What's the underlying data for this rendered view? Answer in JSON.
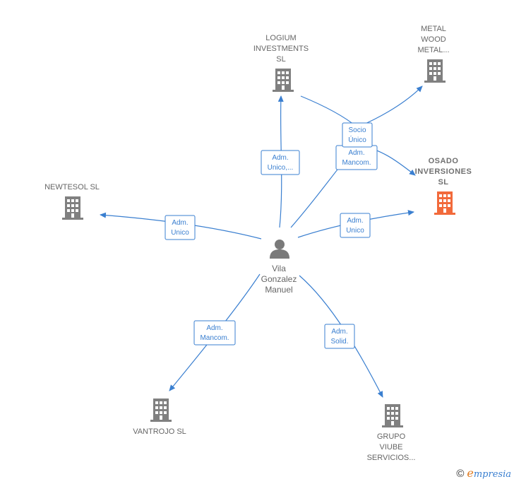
{
  "colors": {
    "edge": "#3a7fd0",
    "company_icon": "#808080",
    "highlight_icon": "#f26a3b",
    "person_icon": "#7a7a7a"
  },
  "person": {
    "lines": [
      "Vila",
      "Gonzalez",
      "Manuel"
    ],
    "icon": "person-icon"
  },
  "companies": [
    {
      "id": "logium",
      "lines": [
        "LOGIUM",
        "INVESTMENTS",
        "SL"
      ],
      "icon": "building-icon"
    },
    {
      "id": "metalwood",
      "lines": [
        "METAL",
        "WOOD",
        "METAL..."
      ],
      "icon": "building-icon"
    },
    {
      "id": "osado",
      "lines": [
        "OSADO",
        "INVERSIONES",
        "SL"
      ],
      "icon": "building-icon",
      "highlight": true
    },
    {
      "id": "newtesol",
      "lines": [
        "NEWTESOL  SL"
      ],
      "icon": "building-icon"
    },
    {
      "id": "vantrojo",
      "lines": [
        "VANTROJO SL"
      ],
      "icon": "building-icon"
    },
    {
      "id": "grupo",
      "lines": [
        "GRUPO",
        "VIUBE",
        "SERVICIOS..."
      ],
      "icon": "building-icon"
    }
  ],
  "edges": [
    {
      "id": "e-logium",
      "lines": [
        "Adm.",
        "Unico,..."
      ]
    },
    {
      "id": "e-newtesol",
      "lines": [
        "Adm.",
        "Unico"
      ]
    },
    {
      "id": "e-osado",
      "lines": [
        "Adm.",
        "Unico"
      ]
    },
    {
      "id": "e-mancom-top",
      "lines": [
        "Adm.",
        "Mancom."
      ]
    },
    {
      "id": "e-socio",
      "lines": [
        "Socio",
        "Único"
      ]
    },
    {
      "id": "e-vantrojo",
      "lines": [
        "Adm.",
        "Mancom."
      ]
    },
    {
      "id": "e-grupo",
      "lines": [
        "Adm.",
        "Solid."
      ]
    }
  ],
  "footer": {
    "copyright": "©",
    "brand_initial": "e",
    "brand_rest": "mpresia"
  }
}
